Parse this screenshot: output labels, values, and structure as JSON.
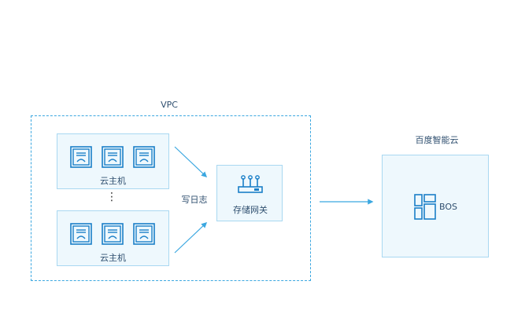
{
  "vpc": {
    "label": "VPC"
  },
  "cloud_groups": [
    {
      "label": "云主机",
      "server_count": 3
    },
    {
      "label": "云主机",
      "server_count": 3
    }
  ],
  "ellipsis": "⋮",
  "flow": {
    "label": "写日志"
  },
  "gateway": {
    "label": "存储网关",
    "icon": "router-icon"
  },
  "cloud": {
    "label": "百度智能云"
  },
  "bos": {
    "label": "BOS",
    "icon": "bos-icon"
  },
  "colors": {
    "accent": "#3ba7e0",
    "box_fill": "#eef8fd",
    "box_border": "#a9d8f1",
    "text": "#2f4f6f"
  }
}
